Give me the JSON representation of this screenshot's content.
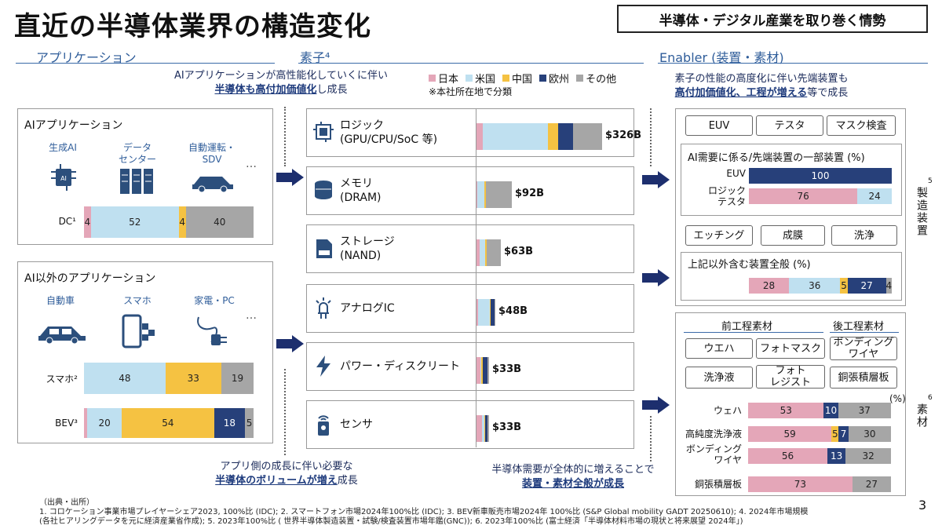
{
  "title": "直近の半導体業界の構造変化",
  "tag": "半導体・デジタル産業を取り巻く情勢",
  "sections": {
    "app": "アプリケーション",
    "device": "素子⁴",
    "enabler": "Enabler (装置・素材)"
  },
  "notes": {
    "top_left_1": "AIアプリケーションが高性能化していくに伴い",
    "top_left_2a": "半導体も高付加価値化",
    "top_left_2b": "し成長",
    "top_right_1": "素子の性能の高度化に伴い先端装置も",
    "top_right_2a": "高付加価値化、工程が増える",
    "top_right_2b": "等で成長",
    "bottom_left_1": "アプリ側の成長に伴い必要な",
    "bottom_left_2a": "半導体のボリュームが増え",
    "bottom_left_2b": "成長",
    "bottom_right_1": "半導体需要が全体的に増えることで",
    "bottom_right_2a": "装置・素材全般が成長"
  },
  "legend": {
    "items": [
      {
        "label": "日本",
        "color": "#e4a6b8"
      },
      {
        "label": "米国",
        "color": "#bfe0f0"
      },
      {
        "label": "中国",
        "color": "#f5c242"
      },
      {
        "label": "欧州",
        "color": "#27407a"
      },
      {
        "label": "その他",
        "color": "#a6a6a6"
      }
    ],
    "note": "※本社所在地で分類"
  },
  "ai_panel": {
    "title": "AIアプリケーション",
    "apps": [
      "生成AI",
      "データ\nセンター",
      "自動運転・\nSDV"
    ],
    "ellipsis": "…",
    "row_label": "DC¹",
    "values": [
      4,
      52,
      4,
      40
    ],
    "labels": [
      "4",
      "52",
      "4",
      "40"
    ]
  },
  "other_panel": {
    "title": "AI以外のアプリケーション",
    "apps": [
      "自動車",
      "スマホ",
      "家電・PC"
    ],
    "ellipsis": "…",
    "rows": [
      {
        "label": "スマホ²",
        "values": [
          0,
          48,
          33,
          0,
          19
        ],
        "labels": [
          "",
          "48",
          "33",
          "",
          "19"
        ]
      },
      {
        "label": "BEV³",
        "values": [
          2,
          20,
          54,
          18,
          5
        ],
        "labels": [
          "",
          "20",
          "54",
          "18",
          "5"
        ]
      }
    ]
  },
  "devices": [
    {
      "name": "ロジック\n(GPU/CPU/SoC 等)",
      "icon": "chip-icon",
      "value": "$326B",
      "total": 326,
      "shares": [
        3,
        31,
        5,
        7,
        14
      ]
    },
    {
      "name": "メモリ\n(DRAM)",
      "icon": "database-icon",
      "value": "$92B",
      "total": 92,
      "shares": [
        1,
        15,
        3,
        1,
        54
      ]
    },
    {
      "name": "ストレージ\n(NAND)",
      "icon": "sd-card-icon",
      "value": "$63B",
      "total": 63,
      "shares": [
        12,
        25,
        4,
        0,
        59
      ]
    },
    {
      "name": "アナログIC",
      "icon": "led-icon",
      "value": "$48B",
      "total": 48,
      "shares": [
        10,
        60,
        5,
        20,
        5
      ]
    },
    {
      "name": "パワー・ディスクリート",
      "icon": "lightning-icon",
      "value": "$33B",
      "total": 33,
      "shares": [
        30,
        10,
        10,
        40,
        10
      ]
    },
    {
      "name": "センサ",
      "icon": "sensor-icon",
      "value": "$33B",
      "total": 33,
      "shares": [
        45,
        15,
        10,
        15,
        15
      ]
    }
  ],
  "equipment": {
    "buttons_top": [
      "EUV",
      "テスタ",
      "マスク検査"
    ],
    "ai_title": "AI需要に係る/先端装置の一部装置 (%)",
    "ai_rows": [
      {
        "label": "EUV",
        "values": [
          0,
          0,
          0,
          100,
          0
        ],
        "labels": [
          "",
          "",
          "",
          "100",
          ""
        ]
      },
      {
        "label": "ロジック\nテスタ",
        "values": [
          76,
          24,
          0,
          0,
          0
        ],
        "labels": [
          "76",
          "24",
          "",
          "",
          ""
        ]
      }
    ],
    "buttons_mid": [
      "エッチング",
      "成膜",
      "洗浄"
    ],
    "all_title": "上記以外含む装置全般 (%)",
    "all_row": {
      "values": [
        28,
        36,
        5,
        27,
        4
      ],
      "labels": [
        "28",
        "36",
        "5",
        "27",
        "4"
      ]
    },
    "side_label": "製造装置",
    "side_sup": "5"
  },
  "materials": {
    "front_head": "前工程素材",
    "back_head": "後工程素材",
    "buttons": [
      "ウエハ",
      "フォトマスク",
      "ボンディング\nワイヤ",
      "洗浄液",
      "フォト\nレジスト",
      "銅張積層板"
    ],
    "pct": "(%)",
    "rows": [
      {
        "label": "ウェハ",
        "values": [
          53,
          0,
          0,
          10,
          37
        ],
        "labels": [
          "53",
          "",
          "",
          "10",
          "37"
        ]
      },
      {
        "label": "高純度洗浄液",
        "values": [
          59,
          0,
          5,
          7,
          30
        ],
        "labels": [
          "59",
          "",
          "5",
          "7",
          "30"
        ]
      },
      {
        "label": "ボンディング\nワイヤ",
        "values": [
          56,
          0,
          0,
          13,
          32
        ],
        "labels": [
          "56",
          "",
          "",
          "13",
          "32"
        ]
      },
      {
        "label": "銅張積層板",
        "values": [
          73,
          0,
          0,
          0,
          27
        ],
        "labels": [
          "73",
          "",
          "",
          "",
          "27"
        ]
      }
    ],
    "side_label": "素材",
    "side_sup": "6"
  },
  "footer": {
    "source": "（出典・出所）",
    "line1": "1. コロケーション事業市場プレイヤーシェア2023, 100%比 (IDC); 2. スマートフォン市場2024年100%比 (IDC); 3. BEV新車販売市場2024年 100%比 (S&P Global mobility GADT 20250610); 4. 2024年市場規模",
    "line2": "(各社ヒアリングデータを元に経済産業省作成); 5. 2023年100%比 ( 世界半導体製造装置・試験/検査装置市場年鑑(GNC)); 6. 2023年100%比 (富士経済「半導体材料市場の現状と将来展望 2024年」)",
    "page": "3"
  }
}
